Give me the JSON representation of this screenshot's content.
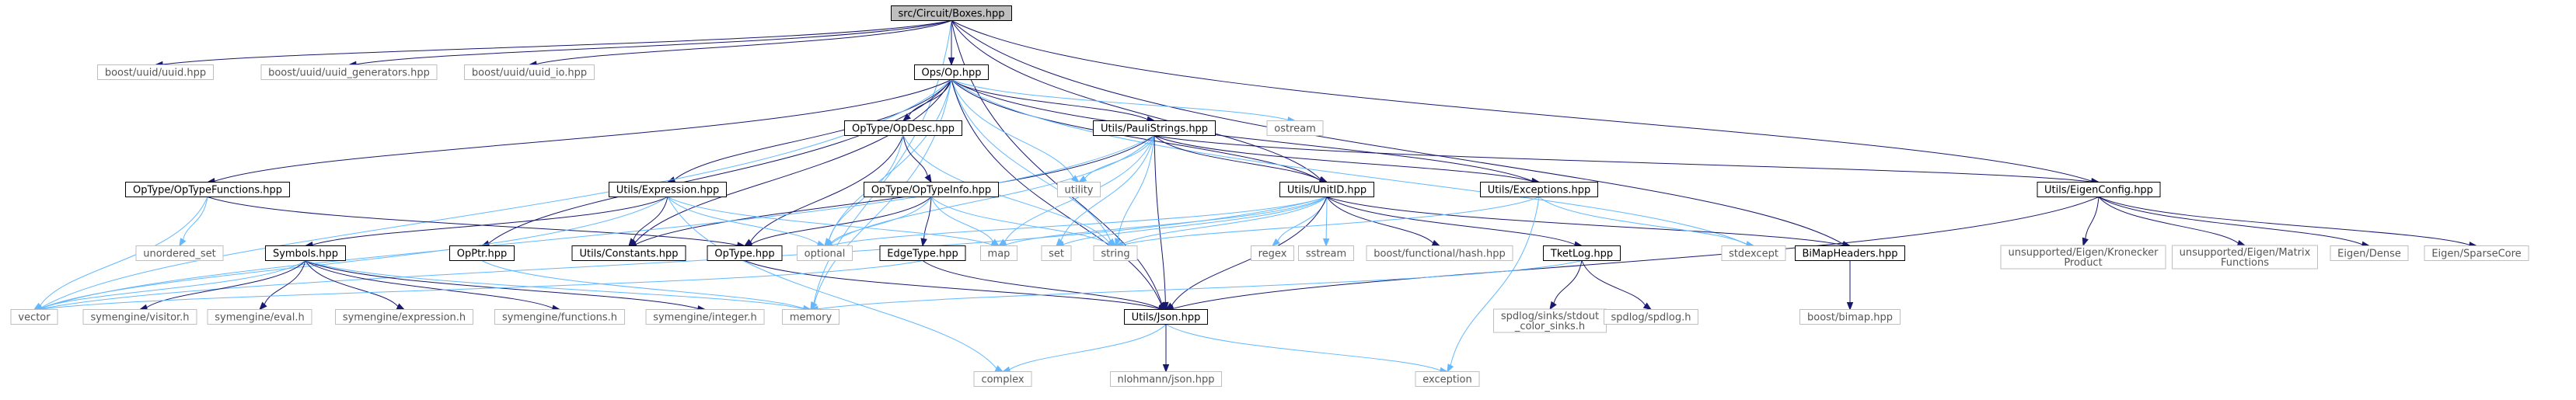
{
  "diagram": {
    "title": "",
    "root": "src/Circuit/Boxes.hpp",
    "nodes": [
      {
        "id": "boxes",
        "label": [
          "src/Circuit/Boxes.hpp"
        ],
        "kind": "root"
      },
      {
        "id": "uuid",
        "label": [
          "boost/uuid/uuid.hpp"
        ],
        "kind": "ext"
      },
      {
        "id": "uuidgen",
        "label": [
          "boost/uuid/uuid_generators.hpp"
        ],
        "kind": "ext"
      },
      {
        "id": "uuidio",
        "label": [
          "boost/uuid/uuid_io.hpp"
        ],
        "kind": "ext"
      },
      {
        "id": "op",
        "label": [
          "Ops/Op.hpp"
        ],
        "kind": "proj"
      },
      {
        "id": "optypefn",
        "label": [
          "OpType/OpTypeFunctions.hpp"
        ],
        "kind": "proj"
      },
      {
        "id": "opdesc",
        "label": [
          "OpType/OpDesc.hpp"
        ],
        "kind": "proj"
      },
      {
        "id": "pauli",
        "label": [
          "Utils/PauliStrings.hpp"
        ],
        "kind": "proj"
      },
      {
        "id": "ostream",
        "label": [
          "ostream"
        ],
        "kind": "ext"
      },
      {
        "id": "unitid",
        "label": [
          "Utils/UnitID.hpp"
        ],
        "kind": "proj"
      },
      {
        "id": "exceptions",
        "label": [
          "Utils/Exceptions.hpp"
        ],
        "kind": "proj"
      },
      {
        "id": "eigenconfig",
        "label": [
          "Utils/EigenConfig.hpp"
        ],
        "kind": "proj"
      },
      {
        "id": "optypeinfo",
        "label": [
          "OpType/OpTypeInfo.hpp"
        ],
        "kind": "proj"
      },
      {
        "id": "expression",
        "label": [
          "Utils/Expression.hpp"
        ],
        "kind": "proj"
      },
      {
        "id": "utility",
        "label": [
          "utility"
        ],
        "kind": "ext"
      },
      {
        "id": "unordered",
        "label": [
          "unordered_set"
        ],
        "kind": "ext"
      },
      {
        "id": "symbols",
        "label": [
          "Symbols.hpp"
        ],
        "kind": "proj"
      },
      {
        "id": "opptr",
        "label": [
          "OpPtr.hpp"
        ],
        "kind": "proj"
      },
      {
        "id": "constants",
        "label": [
          "Utils/Constants.hpp"
        ],
        "kind": "proj"
      },
      {
        "id": "optypehpp",
        "label": [
          "OpType.hpp"
        ],
        "kind": "proj"
      },
      {
        "id": "optional",
        "label": [
          "optional"
        ],
        "kind": "ext"
      },
      {
        "id": "edgetype",
        "label": [
          "EdgeType.hpp"
        ],
        "kind": "proj"
      },
      {
        "id": "map",
        "label": [
          "map"
        ],
        "kind": "ext"
      },
      {
        "id": "set",
        "label": [
          "set"
        ],
        "kind": "ext"
      },
      {
        "id": "string",
        "label": [
          "string"
        ],
        "kind": "ext"
      },
      {
        "id": "regex",
        "label": [
          "regex"
        ],
        "kind": "ext"
      },
      {
        "id": "sstream",
        "label": [
          "sstream"
        ],
        "kind": "ext"
      },
      {
        "id": "boosthash",
        "label": [
          "boost/functional/hash.hpp"
        ],
        "kind": "ext"
      },
      {
        "id": "tketlog",
        "label": [
          "TketLog.hpp"
        ],
        "kind": "proj"
      },
      {
        "id": "stdexcept",
        "label": [
          "stdexcept"
        ],
        "kind": "ext"
      },
      {
        "id": "bimapheaders",
        "label": [
          "BiMapHeaders.hpp"
        ],
        "kind": "proj"
      },
      {
        "id": "kronecker",
        "label": [
          "unsupported/Eigen/Kronecker",
          "Product"
        ],
        "kind": "ext"
      },
      {
        "id": "matrixfn",
        "label": [
          "unsupported/Eigen/Matrix",
          "Functions"
        ],
        "kind": "ext"
      },
      {
        "id": "eigendense",
        "label": [
          "Eigen/Dense"
        ],
        "kind": "ext"
      },
      {
        "id": "eigensparse",
        "label": [
          "Eigen/SparseCore"
        ],
        "kind": "ext"
      },
      {
        "id": "vector",
        "label": [
          "vector"
        ],
        "kind": "ext"
      },
      {
        "id": "visitor",
        "label": [
          "symengine/visitor.h"
        ],
        "kind": "ext"
      },
      {
        "id": "eval",
        "label": [
          "symengine/eval.h"
        ],
        "kind": "ext"
      },
      {
        "id": "symexpr",
        "label": [
          "symengine/expression.h"
        ],
        "kind": "ext"
      },
      {
        "id": "symfunc",
        "label": [
          "symengine/functions.h"
        ],
        "kind": "ext"
      },
      {
        "id": "syminteger",
        "label": [
          "symengine/integer.h"
        ],
        "kind": "ext"
      },
      {
        "id": "memory",
        "label": [
          "memory"
        ],
        "kind": "ext"
      },
      {
        "id": "json",
        "label": [
          "Utils/Json.hpp"
        ],
        "kind": "proj"
      },
      {
        "id": "spdsinks",
        "label": [
          "spdlog/sinks/stdout",
          "_color_sinks.h"
        ],
        "kind": "ext"
      },
      {
        "id": "spdlog",
        "label": [
          "spdlog/spdlog.h"
        ],
        "kind": "ext"
      },
      {
        "id": "boostbimap",
        "label": [
          "boost/bimap.hpp"
        ],
        "kind": "ext"
      },
      {
        "id": "complex",
        "label": [
          "complex"
        ],
        "kind": "ext"
      },
      {
        "id": "nlohmann",
        "label": [
          "nlohmann/json.hpp"
        ],
        "kind": "ext"
      },
      {
        "id": "exception",
        "label": [
          "exception"
        ],
        "kind": "ext"
      }
    ],
    "edges": [
      [
        "boxes",
        "uuid"
      ],
      [
        "boxes",
        "uuidgen"
      ],
      [
        "boxes",
        "uuidio"
      ],
      [
        "boxes",
        "op"
      ],
      [
        "boxes",
        "unitid"
      ],
      [
        "boxes",
        "eigenconfig"
      ],
      [
        "boxes",
        "bimapheaders"
      ],
      [
        "boxes",
        "json"
      ],
      [
        "boxes",
        "memory"
      ],
      [
        "op",
        "optypefn"
      ],
      [
        "op",
        "opdesc"
      ],
      [
        "op",
        "pauli"
      ],
      [
        "op",
        "ostream"
      ],
      [
        "op",
        "unitid"
      ],
      [
        "op",
        "exceptions"
      ],
      [
        "op",
        "expression"
      ],
      [
        "op",
        "utility"
      ],
      [
        "op",
        "opptr"
      ],
      [
        "op",
        "constants"
      ],
      [
        "op",
        "optional"
      ],
      [
        "op",
        "string"
      ],
      [
        "op",
        "vector"
      ],
      [
        "op",
        "json"
      ],
      [
        "op",
        "stdexcept"
      ],
      [
        "op",
        "memory"
      ],
      [
        "optypefn",
        "unordered"
      ],
      [
        "optypefn",
        "vector"
      ],
      [
        "optypefn",
        "optypehpp"
      ],
      [
        "opdesc",
        "optypeinfo"
      ],
      [
        "opdesc",
        "optypehpp"
      ],
      [
        "opdesc",
        "optional"
      ],
      [
        "opdesc",
        "string"
      ],
      [
        "pauli",
        "utility"
      ],
      [
        "pauli",
        "unitid"
      ],
      [
        "pauli",
        "exceptions"
      ],
      [
        "pauli",
        "eigenconfig"
      ],
      [
        "pauli",
        "constants"
      ],
      [
        "pauli",
        "optional"
      ],
      [
        "pauli",
        "map"
      ],
      [
        "pauli",
        "set"
      ],
      [
        "pauli",
        "string"
      ],
      [
        "pauli",
        "json"
      ],
      [
        "pauli",
        "vector"
      ],
      [
        "optypeinfo",
        "optypehpp"
      ],
      [
        "optypeinfo",
        "edgetype"
      ],
      [
        "optypeinfo",
        "map"
      ],
      [
        "optypeinfo",
        "optional"
      ],
      [
        "optypeinfo",
        "string"
      ],
      [
        "expression",
        "symbols"
      ],
      [
        "expression",
        "constants"
      ],
      [
        "expression",
        "optional"
      ],
      [
        "expression",
        "map"
      ],
      [
        "expression",
        "vector"
      ],
      [
        "expression",
        "complex"
      ],
      [
        "unitid",
        "optional"
      ],
      [
        "unitid",
        "map"
      ],
      [
        "unitid",
        "set"
      ],
      [
        "unitid",
        "string"
      ],
      [
        "unitid",
        "regex"
      ],
      [
        "unitid",
        "sstream"
      ],
      [
        "unitid",
        "boosthash"
      ],
      [
        "unitid",
        "tketlog"
      ],
      [
        "unitid",
        "json"
      ],
      [
        "unitid",
        "bimapheaders"
      ],
      [
        "unitid",
        "vector"
      ],
      [
        "exceptions",
        "stdexcept"
      ],
      [
        "exceptions",
        "string"
      ],
      [
        "exceptions",
        "exception"
      ],
      [
        "eigenconfig",
        "kronecker"
      ],
      [
        "eigenconfig",
        "matrixfn"
      ],
      [
        "eigenconfig",
        "eigendense"
      ],
      [
        "eigenconfig",
        "eigensparse"
      ],
      [
        "eigenconfig",
        "json"
      ],
      [
        "symbols",
        "visitor"
      ],
      [
        "symbols",
        "eval"
      ],
      [
        "symbols",
        "symexpr"
      ],
      [
        "symbols",
        "symfunc"
      ],
      [
        "symbols",
        "syminteger"
      ],
      [
        "symbols",
        "memory"
      ],
      [
        "symbols",
        "vector"
      ],
      [
        "opptr",
        "memory"
      ],
      [
        "optypehpp",
        "json"
      ],
      [
        "edgetype",
        "json"
      ],
      [
        "edgetype",
        "vector"
      ],
      [
        "tketlog",
        "spdsinks"
      ],
      [
        "tketlog",
        "spdlog"
      ],
      [
        "tketlog",
        "memory"
      ],
      [
        "bimapheaders",
        "boostbimap"
      ],
      [
        "json",
        "complex"
      ],
      [
        "json",
        "nlohmann"
      ],
      [
        "json",
        "exception"
      ]
    ]
  }
}
